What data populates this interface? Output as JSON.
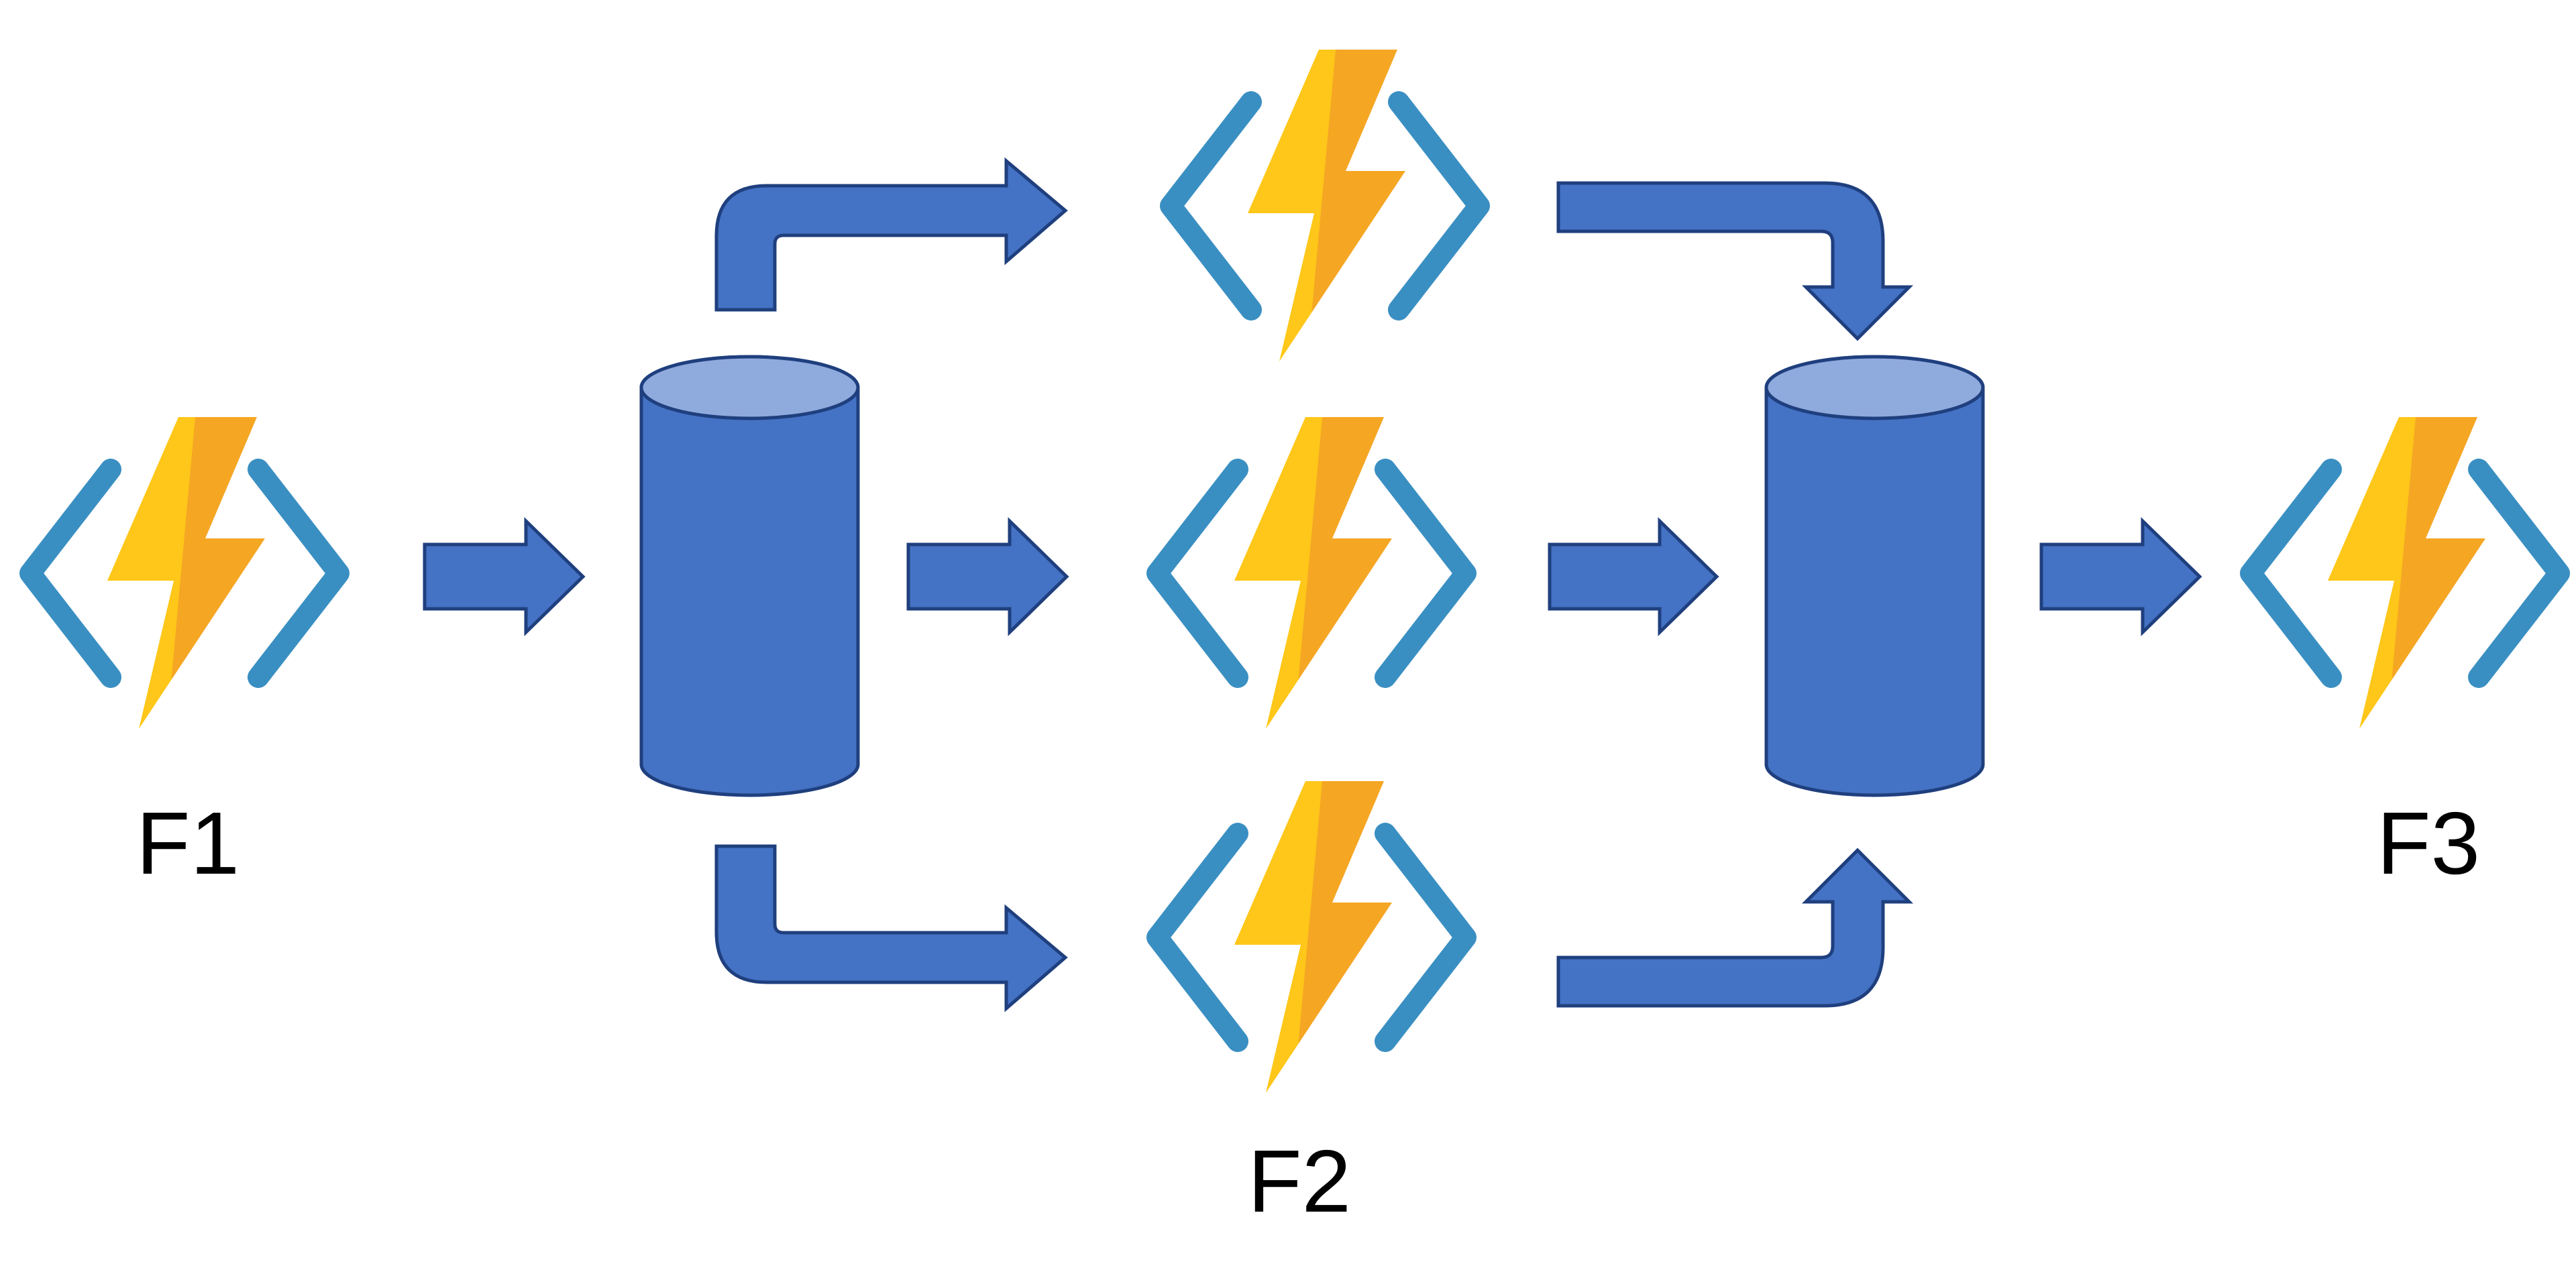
{
  "colors": {
    "background": "#ffffff",
    "arrow_fill": "#4472c4",
    "arrow_outline": "#1f3f7e",
    "cylinder_fill": "#4472c4",
    "cylinder_top_fill": "#8faadc",
    "bracket_blue": "#3a8fc2",
    "bolt_yellow": "#fec719",
    "bolt_amber": "#f5a623",
    "label_color": "#000000"
  },
  "labels": {
    "f1": "F1",
    "f2": "F2",
    "f3": "F3"
  },
  "nodes": [
    {
      "id": "f1",
      "icon": "azure-function-icon",
      "label": "F1"
    },
    {
      "id": "queue-1",
      "icon": "database-cylinder-icon",
      "label": ""
    },
    {
      "id": "f2-top",
      "icon": "azure-function-icon",
      "label": ""
    },
    {
      "id": "f2-middle",
      "icon": "azure-function-icon",
      "label": ""
    },
    {
      "id": "f2-bottom",
      "icon": "azure-function-icon",
      "label": "F2"
    },
    {
      "id": "queue-2",
      "icon": "database-cylinder-icon",
      "label": ""
    },
    {
      "id": "f3",
      "icon": "azure-function-icon",
      "label": "F3"
    }
  ],
  "edges": [
    {
      "from": "f1",
      "to": "queue-1",
      "style": "straight-block-arrow"
    },
    {
      "from": "queue-1",
      "to": "f2-top",
      "style": "elbow-arrow-up-right"
    },
    {
      "from": "queue-1",
      "to": "f2-middle",
      "style": "straight-block-arrow"
    },
    {
      "from": "queue-1",
      "to": "f2-bottom",
      "style": "elbow-arrow-down-right"
    },
    {
      "from": "f2-top",
      "to": "queue-2",
      "style": "elbow-arrow-right-down"
    },
    {
      "from": "f2-middle",
      "to": "queue-2",
      "style": "straight-block-arrow"
    },
    {
      "from": "f2-bottom",
      "to": "queue-2",
      "style": "elbow-arrow-right-up"
    },
    {
      "from": "queue-2",
      "to": "f3",
      "style": "straight-block-arrow"
    }
  ]
}
